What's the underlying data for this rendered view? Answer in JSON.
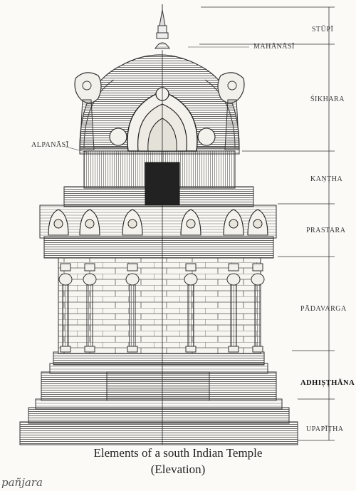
{
  "labels": {
    "stupi": "STŪPĪ",
    "mahanasi": "MAHĀNĀSĪ",
    "sikhara": "ŚIKHARA",
    "alpanasi": "ALPANĀSĪ",
    "kantha": "KAṆṬHA",
    "prastara": "PRASTARA",
    "padavarga": "PĀDAVARGA",
    "adhisthana": "ADHIṢṬHĀNA",
    "upapitha": "UPAPĪṬHA"
  },
  "caption": {
    "title": "Elements of a south Indian Temple",
    "subtitle": "(Elevation)"
  },
  "watermark": "pañjara"
}
